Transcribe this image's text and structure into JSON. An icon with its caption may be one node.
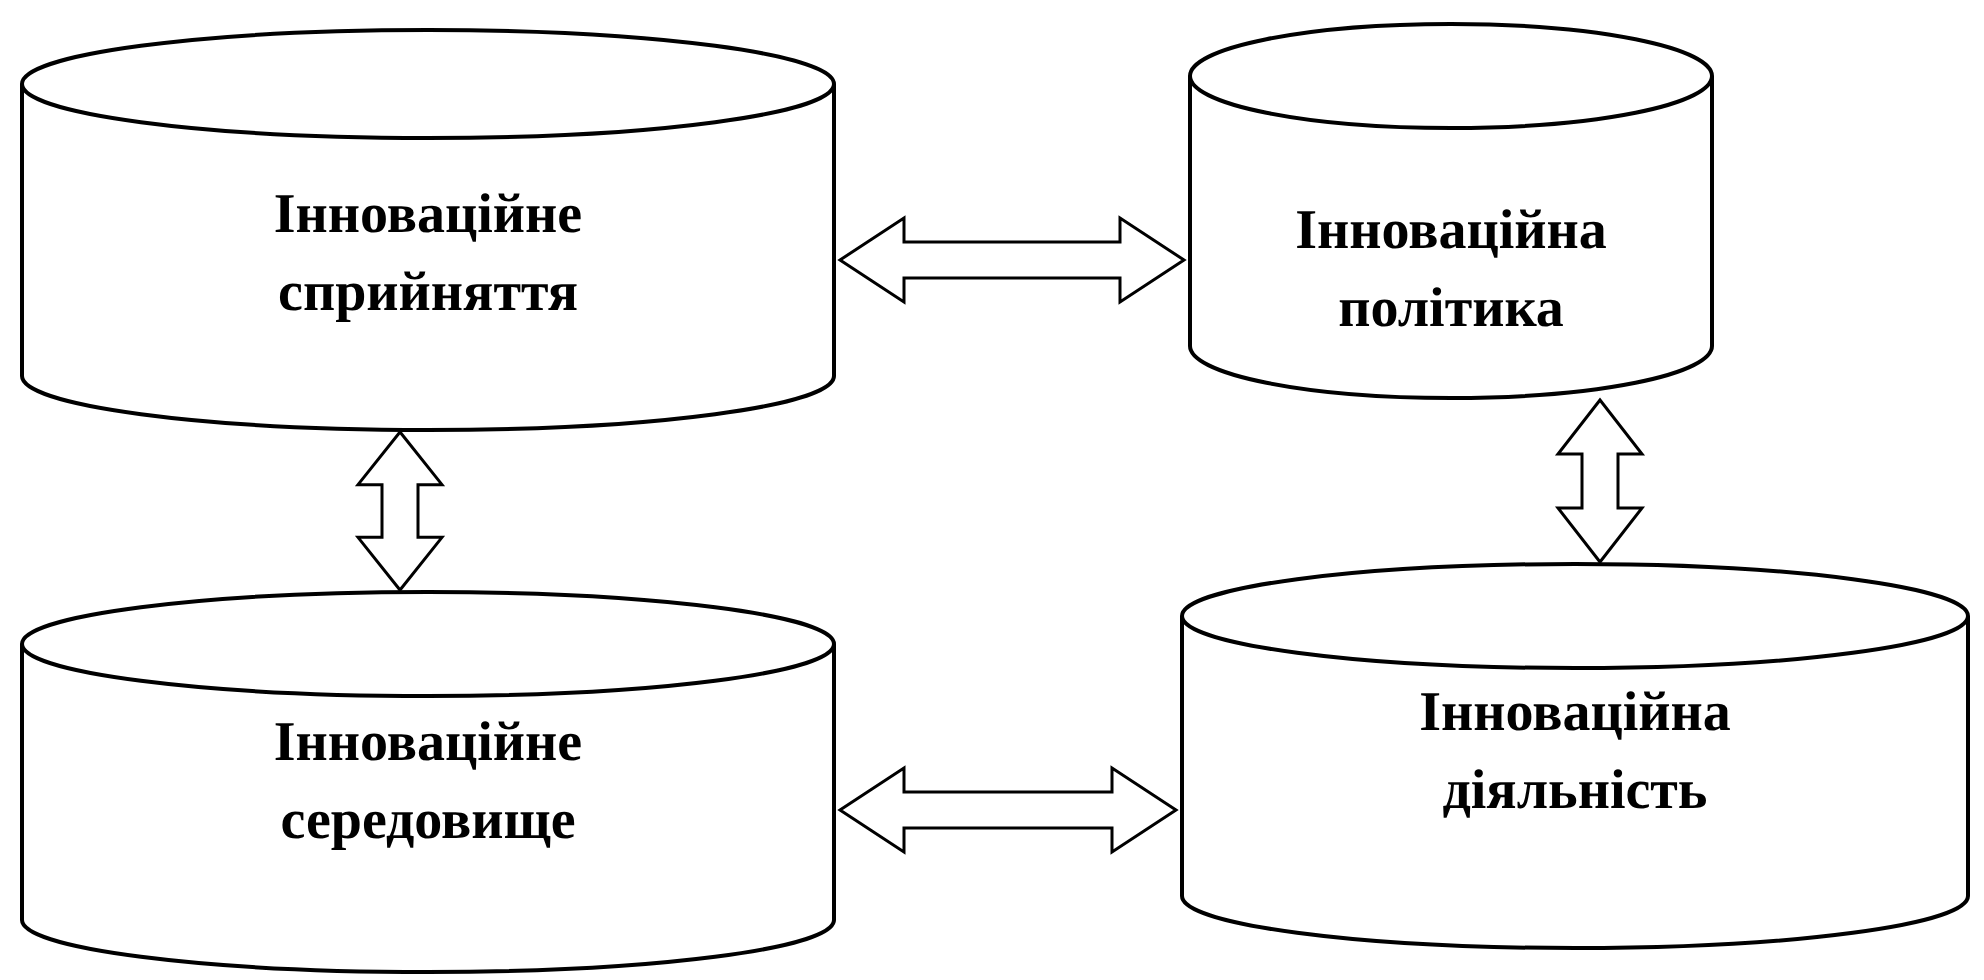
{
  "diagram": {
    "nodes": [
      {
        "text": [
          "Інноваційне сприйняття"
        ]
      },
      {
        "text": [
          "Інноваційна політика"
        ]
      },
      {
        "text": [
          "Інноваційне середовище"
        ]
      },
      {
        "text": [
          "Інноваційна діяльність"
        ]
      }
    ],
    "edges": [
      {
        "from": 0,
        "to": 1,
        "arrow": "both"
      },
      {
        "from": 0,
        "to": 2,
        "arrow": "both"
      },
      {
        "from": 1,
        "to": 3,
        "arrow": "both"
      },
      {
        "from": 2,
        "to": 3,
        "arrow": "both"
      }
    ]
  }
}
